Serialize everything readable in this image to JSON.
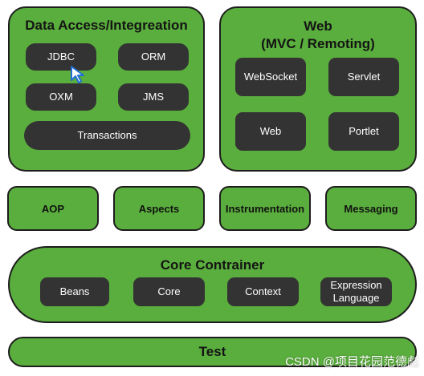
{
  "data_access": {
    "title": "Data Access/Integreation",
    "items": [
      "JDBC",
      "ORM",
      "OXM",
      "JMS"
    ],
    "transactions": "Transactions"
  },
  "web": {
    "title_line1": "Web",
    "title_line2": "(MVC / Remoting)",
    "items": [
      "WebSocket",
      "Servlet",
      "Web",
      "Portlet"
    ]
  },
  "middle": [
    "AOP",
    "Aspects",
    "Instrumentation",
    "Messaging"
  ],
  "core": {
    "title": "Core Contrainer",
    "items": [
      "Beans",
      "Core",
      "Context"
    ],
    "expression_line1": "Expression",
    "expression_line2": "Language"
  },
  "test": {
    "label": "Test"
  },
  "watermark": "CSDN @项目花园范德彪",
  "colors": {
    "green": "#5aae3d",
    "pill": "#333333",
    "border": "#1d1d1d"
  }
}
